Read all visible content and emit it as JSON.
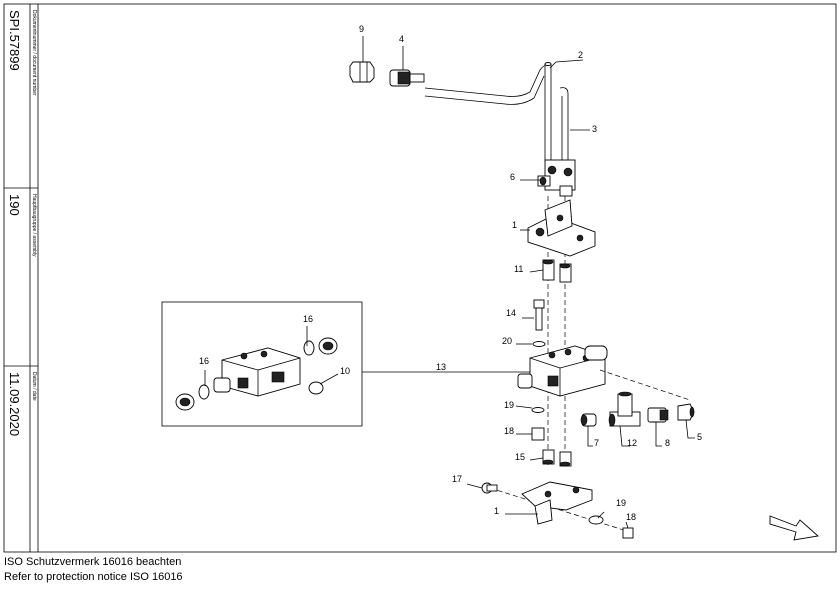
{
  "title_block": {
    "document_number_label": "Dokumentnummer / document number",
    "document_number": "SPI.57899",
    "assembly_label": "Hauptbaugruppe / assembly",
    "assembly": "190",
    "date_label": "Datum / date",
    "date": "11.09.2020"
  },
  "callouts": [
    "9",
    "4",
    "2",
    "3",
    "6",
    "1",
    "11",
    "14",
    "20",
    "13",
    "19",
    "18",
    "15",
    "17",
    "1",
    "19",
    "18",
    "7",
    "12",
    "8",
    "5",
    "16",
    "16",
    "10"
  ],
  "footer": {
    "line1": "ISO Schutzvermerk 16016 beachten",
    "line2": "Refer to protection notice ISO 16016"
  }
}
